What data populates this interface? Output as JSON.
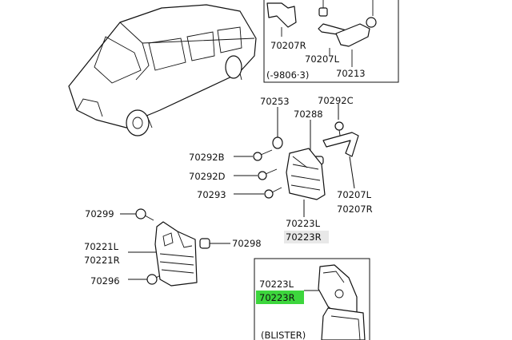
{
  "labels": {
    "p70207R_top": "70207R",
    "p70207L_top": "70207L",
    "p70213": "70213",
    "date_range": "(-9806·3)",
    "p70253": "70253",
    "p70292C": "70292C",
    "p70288": "70288",
    "p70292B": "70292B",
    "p70292D": "70292D",
    "p70293": "70293",
    "p70207L_mid": "70207L",
    "p70207R_mid": "70207R",
    "p70223L_mid": "70223L",
    "p70223R_mid": "70223R",
    "p70299": "70299",
    "p70298": "70298",
    "p70221L": "70221L",
    "p70221R": "70221R",
    "p70296": "70296",
    "p70223L_bottom": "70223L",
    "p70223R_bottom": "70223R",
    "blister": "(BLISTER)"
  },
  "highlights": {
    "mid_70223R_color": "#e8e8e8",
    "bottom_70223R_color": "#3dd63d"
  }
}
